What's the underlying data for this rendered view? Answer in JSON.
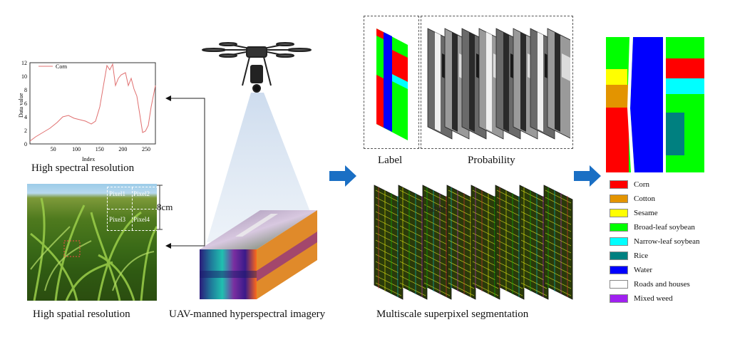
{
  "captions": {
    "spectral": "High spectral resolution",
    "spatial": "High spatial resolution",
    "uav": "UAV-manned hyperspectral imagery",
    "multiscale": "Multiscale superpixel segmentation",
    "label": "Label",
    "probability": "Probability",
    "label_overlay": "Label"
  },
  "spectrum_chart": {
    "legend": "Corn",
    "xlabel": "Index",
    "ylabel": "Data value",
    "yticks": [
      "0",
      "2",
      "4",
      "6",
      "8",
      "10",
      "12"
    ],
    "xticks": [
      "50",
      "100",
      "150",
      "200",
      "250"
    ]
  },
  "pixel_grid": {
    "cells": [
      "Pixel1",
      "Pixel2",
      "Pixel3",
      "Pixel4"
    ],
    "size": "8cm"
  },
  "legend": [
    {
      "label": "Corn",
      "color": "#ff0000"
    },
    {
      "label": "Cotton",
      "color": "#e39400"
    },
    {
      "label": "Sesame",
      "color": "#ffff00"
    },
    {
      "label": "Broad-leaf soybean",
      "color": "#00ff00"
    },
    {
      "label": "Narrow-leaf soybean",
      "color": "#00ffff"
    },
    {
      "label": "Rice",
      "color": "#008080"
    },
    {
      "label": "Water",
      "color": "#0000ff"
    },
    {
      "label": "Roads and houses",
      "color": "#ffffff"
    },
    {
      "label": "Mixed weed",
      "color": "#a020f0"
    }
  ],
  "colors": {
    "arrow_blue": "#1a6fc4",
    "spectrum_line": "#e07070"
  }
}
